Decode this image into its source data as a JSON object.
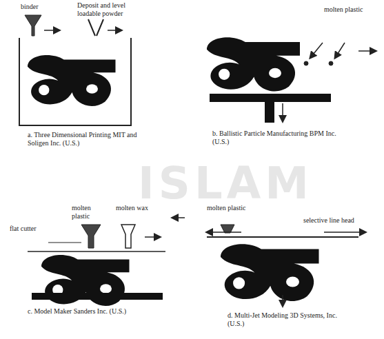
{
  "diagram": {
    "labels": [
      "binder",
      "Deposit and level loadable powder",
      "a. Three Dimensional Printing MIT and Soligen Inc. (U.S.)",
      "molten plastic",
      "b. Ballistic Particle Manufacturing BPM Inc. (U.S.)",
      "molten plastic",
      "molten wax",
      "flat cutter",
      "c. Model Maker Sanders Inc. (U.S.)",
      "molten plastic",
      "selective line head",
      "d. Multi-Jet Modeling 3D Systems, Inc. (U.S.)",
      "ISLAM"
    ]
  }
}
